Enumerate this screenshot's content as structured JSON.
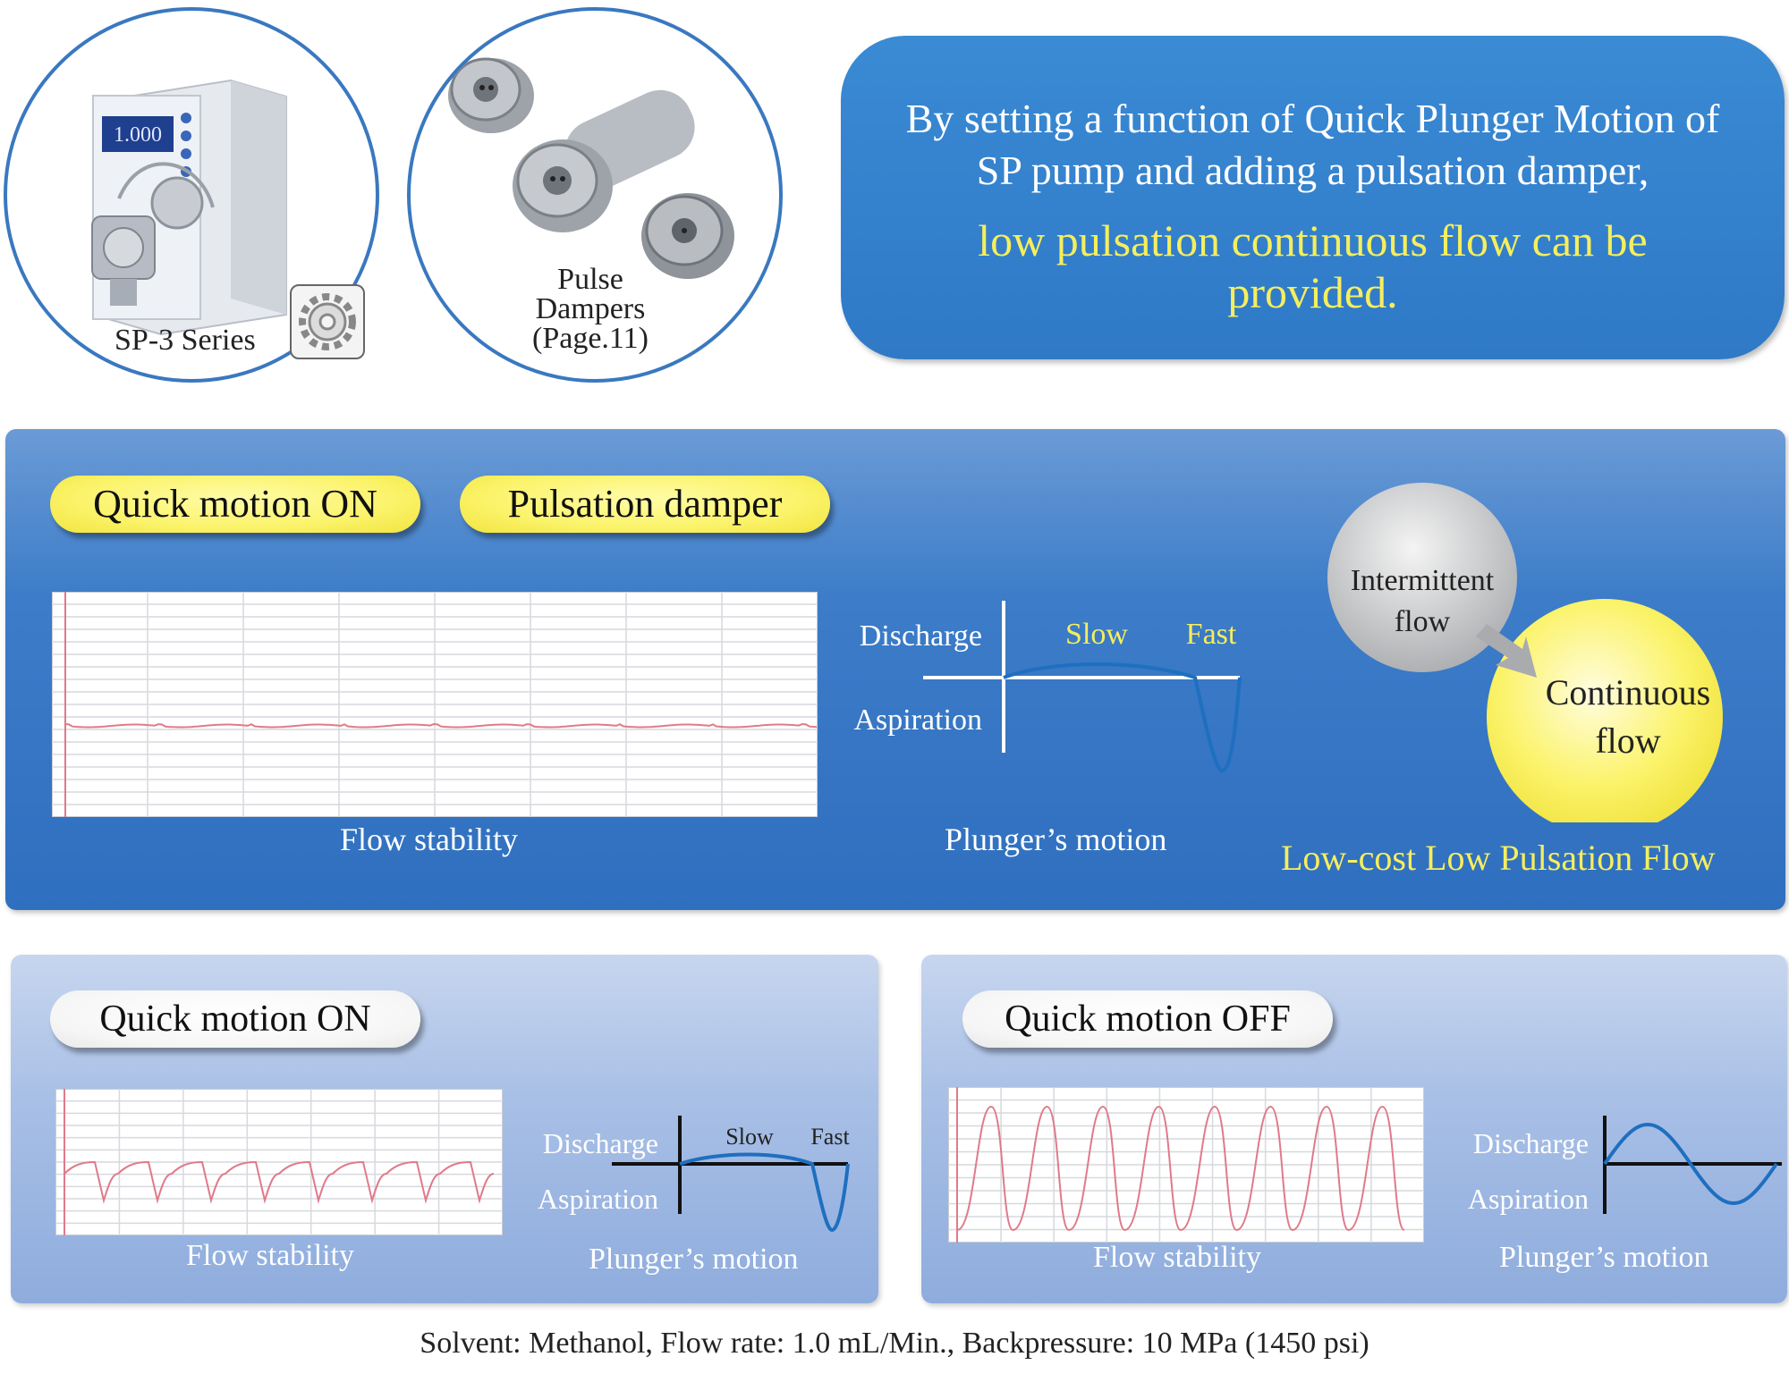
{
  "products": {
    "pump": {
      "caption": "SP-3 Series",
      "display_value": "1.000"
    },
    "dampers": {
      "caption_lines": [
        "Pulse",
        "Dampers",
        "(Page.11)"
      ]
    }
  },
  "headline": {
    "text": "By setting a function of Quick Plunger Motion of SP pump and adding a pulsation damper,",
    "highlight": "low pulsation continuous flow can be provided."
  },
  "main_panel": {
    "tag1": "Quick motion ON",
    "tag2": "Pulsation damper",
    "flow_caption": "Flow stability",
    "motion_caption": "Plunger’s motion",
    "discharge": "Discharge",
    "aspiration": "Aspiration",
    "slow": "Slow",
    "fast": "Fast",
    "bubble_small": [
      "Intermittent",
      "flow"
    ],
    "bubble_big": [
      "Continuous",
      "flow"
    ],
    "slogan": "Low-cost Low Pulsation Flow"
  },
  "panel_on": {
    "tag": "Quick motion ON",
    "flow_caption": "Flow stability",
    "motion_caption": "Plunger’s motion",
    "discharge": "Discharge",
    "aspiration": "Aspiration",
    "slow": "Slow",
    "fast": "Fast"
  },
  "panel_off": {
    "tag": "Quick motion OFF",
    "flow_caption": "Flow stability",
    "motion_caption": "Plunger’s motion",
    "discharge": "Discharge",
    "aspiration": "Aspiration"
  },
  "footnote": "Solvent: Methanol, Flow rate: 1.0 mL/Min., Backpressure: 10 MPa (1450 psi)",
  "colors": {
    "panel_blue": "#3c7cc8",
    "highlight_yellow": "#f5ee5e",
    "trace_pink": "#e07a8a",
    "motion_blue": "#1f6fc0"
  }
}
